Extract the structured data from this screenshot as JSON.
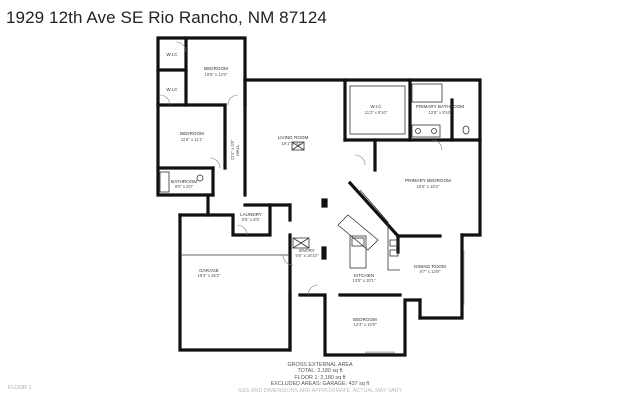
{
  "title": "1929 12th Ave SE Rio Rancho, NM 87124",
  "rooms": [
    {
      "name": "W.I.C",
      "dims": ""
    },
    {
      "name": "W.I.C",
      "dims": ""
    },
    {
      "name": "BEDROOM",
      "dims": "10'6\" x 12'0\""
    },
    {
      "name": "BEDROOM",
      "dims": "11'6\" x 11'1\""
    },
    {
      "name": "HALL",
      "dims": "22'4\" x 3'8\""
    },
    {
      "name": "BATHROOM",
      "dims": "9'0\" x 5'0\""
    },
    {
      "name": "LIVING ROOM",
      "dims": "19'1\" x 20'7\""
    },
    {
      "name": "W.I.C",
      "dims": "11'2\" x 9'10\""
    },
    {
      "name": "PRIMARY BATHROOM",
      "dims": "12'8\" x 9'10\""
    },
    {
      "name": "PRIMARY BEDROOM",
      "dims": "18'6\" x 16'2\""
    },
    {
      "name": "LAUNDRY",
      "dims": "5'6\" x 6'5\""
    },
    {
      "name": "ENTRY",
      "dims": "5'5\" x 16'10\""
    },
    {
      "name": "GARAGE",
      "dims": "19'4\" x 26'2\""
    },
    {
      "name": "KITCHEN",
      "dims": "13'5\" x 20'1\""
    },
    {
      "name": "DINING ROOM",
      "dims": "9'7\" x 13'9\""
    },
    {
      "name": "BEDROOM",
      "dims": "12'4\" x 10'8\""
    }
  ],
  "area": {
    "heading": "GROSS EXTERNAL AREA",
    "total": "TOTAL: 2,180 sq ft",
    "floor": "FLOOR 1: 2,180 sq ft",
    "excluded": "EXCLUDED AREAS: GARAGE: 437 sq ft",
    "disclaimer": "SIZE AND DIMENSIONS ARE APPROXIMATE, ACTUAL MAY VARY"
  },
  "floor_label": "FLOOR 1"
}
